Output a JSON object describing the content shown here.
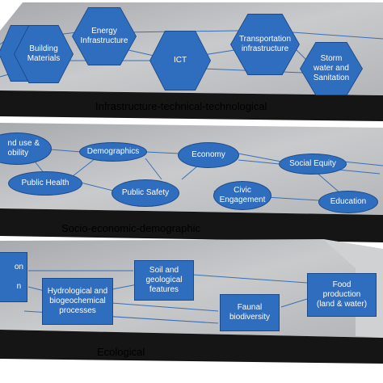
{
  "layers": {
    "infrastructure": {
      "label": "Infrastructure-technical-technological",
      "nodes": {
        "building_materials": "Building\nMaterials",
        "energy": "Energy\nInfrastructure",
        "ict": "ICT",
        "transportation": "Transportation\ninfrastructure",
        "storm_water": "Storm\nwater and\nSanitation"
      }
    },
    "socio": {
      "label": "Socio-economic-demographic",
      "nodes": {
        "land_use": "nd use &\nobility",
        "demographics": "Demographics",
        "economy": "Economy",
        "social_equity": "Social Equity",
        "public_health": "Public Health",
        "public_safety": "Public Safety",
        "civic_engagement": "Civic\nEngagement",
        "education": "Education"
      }
    },
    "ecological": {
      "label": "Ecological",
      "nodes": {
        "partial_left": "on\n\nn",
        "hydrological": "Hydrological and\nbiogeochemical\nprocesses",
        "soil": "Soil and\ngeological\nfeatures",
        "faunal": "Faunal\nbiodiversity",
        "food": "Food\nproduction\n(land & water)"
      }
    }
  },
  "colors": {
    "node_fill": "#2f6dbf",
    "node_border": "#1b4a8a",
    "slab_top": "#b9bbbe",
    "slab_side": "#151515",
    "connector": "#3a6fb5"
  }
}
